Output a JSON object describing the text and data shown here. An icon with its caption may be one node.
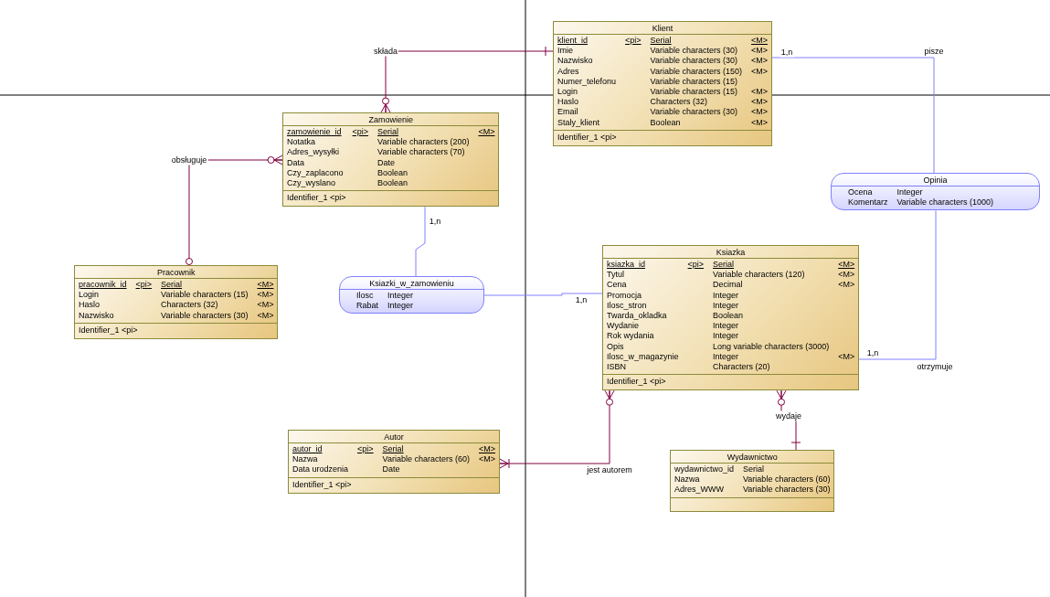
{
  "diagram": {
    "nodes": [
      {
        "text": [
          "Klient",
          "klient_id",
          "<pi>",
          "Serial",
          "<M>",
          "Imie",
          "Variable characters (30)",
          "<M>",
          "Nazwisko",
          "Variable characters (30)",
          "<M>",
          "Adres",
          "Variable characters (150)",
          "<M>",
          "Numer_telefonu",
          "Variable characters (15)",
          "Login",
          "Variable characters (15)",
          "<M>",
          "Haslo",
          "Characters (32)",
          "<M>",
          "Email",
          "Variable characters (30)",
          "<M>",
          "Staly_klient",
          "Boolean",
          "<M>",
          "Identifier_1 <pi>"
        ]
      },
      {
        "text": [
          "Zamowienie",
          "zamowienie_id",
          "<pi>",
          "Serial",
          "<M>",
          "Notatka",
          "Variable characters (200)",
          "Adres_wysyłki",
          "Variable characters (70)",
          "Data",
          "Date",
          "Czy_zaplacono",
          "Boolean",
          "Czy_wyslano",
          "Boolean",
          "Identifier_1 <pi>"
        ]
      },
      {
        "text": [
          "Opinia",
          "Ocena",
          "Integer",
          "Komentarz",
          "Variable characters (1000)"
        ]
      },
      {
        "text": [
          "Pracownik",
          "pracownik_id",
          "<pi>",
          "Serial",
          "<M>",
          "Login",
          "Variable characters (15)",
          "<M>",
          "Haslo",
          "Characters (32)",
          "<M>",
          "Nazwisko",
          "Variable characters (30)",
          "<M>",
          "Identifier_1 <pi>"
        ]
      },
      {
        "text": [
          "Ksiazki_w_zamowieniu",
          "Ilosc",
          "Integer",
          "Rabat",
          "Integer"
        ]
      },
      {
        "text": [
          "Ksiazka",
          "ksiazka_id",
          "<pi>",
          "Serial",
          "<M>",
          "Tytul",
          "Variable characters (120)",
          "<M>",
          "Cena",
          "Decimal",
          "<M>",
          "Promocja",
          "Integer",
          "Ilosc_stron",
          "Integer",
          "Twarda_okladka",
          "Boolean",
          "Wydanie",
          "Integer",
          "Rok wydania",
          "Integer",
          "Opis",
          "Long variable characters (3000)",
          "Ilosc_w_magazynie",
          "Integer",
          "<M>",
          "ISBN",
          "Characters (20)",
          "Identifier_1 <pi>"
        ]
      },
      {
        "text": [
          "Autor",
          "autor_id",
          "<pi>",
          "Serial",
          "<M>",
          "Nazwa",
          "Variable characters (60)",
          "<M>",
          "Data urodzenia",
          "Date",
          "Identifier_1 <pi>"
        ]
      },
      {
        "text": [
          "Wydawnictwo",
          "wydawnictwo_id",
          "Serial",
          "Nazwa",
          "Variable characters (60)",
          "Adres_WWW",
          "Variable characters (30)"
        ]
      }
    ],
    "edges": [
      {
        "from": 1,
        "to": 0,
        "arrow": "other",
        "label": "składa",
        "color": "#800040"
      },
      {
        "from": 3,
        "to": 1,
        "arrow": "other",
        "label": "obsługuje",
        "color": "#800040"
      },
      {
        "from": 1,
        "to": 4,
        "arrow": "none",
        "label": "1,n",
        "color": "#8080ff"
      },
      {
        "from": 4,
        "to": 5,
        "arrow": "none",
        "label": "1,n",
        "color": "#8080ff"
      },
      {
        "from": 0,
        "to": 2,
        "arrow": "none",
        "label": "1,n",
        "color": "#8080ff"
      },
      {
        "from": 2,
        "to": 5,
        "arrow": "none",
        "label": "1,n",
        "color": "#8080ff"
      },
      {
        "from": 5,
        "to": 6,
        "arrow": "other",
        "label": "jest autorem",
        "color": "#800040"
      },
      {
        "from": 5,
        "to": 7,
        "arrow": "other",
        "label": "wydaje",
        "color": "#800040"
      }
    ],
    "labels": [
      "pisze",
      "otrzymuje"
    ]
  }
}
